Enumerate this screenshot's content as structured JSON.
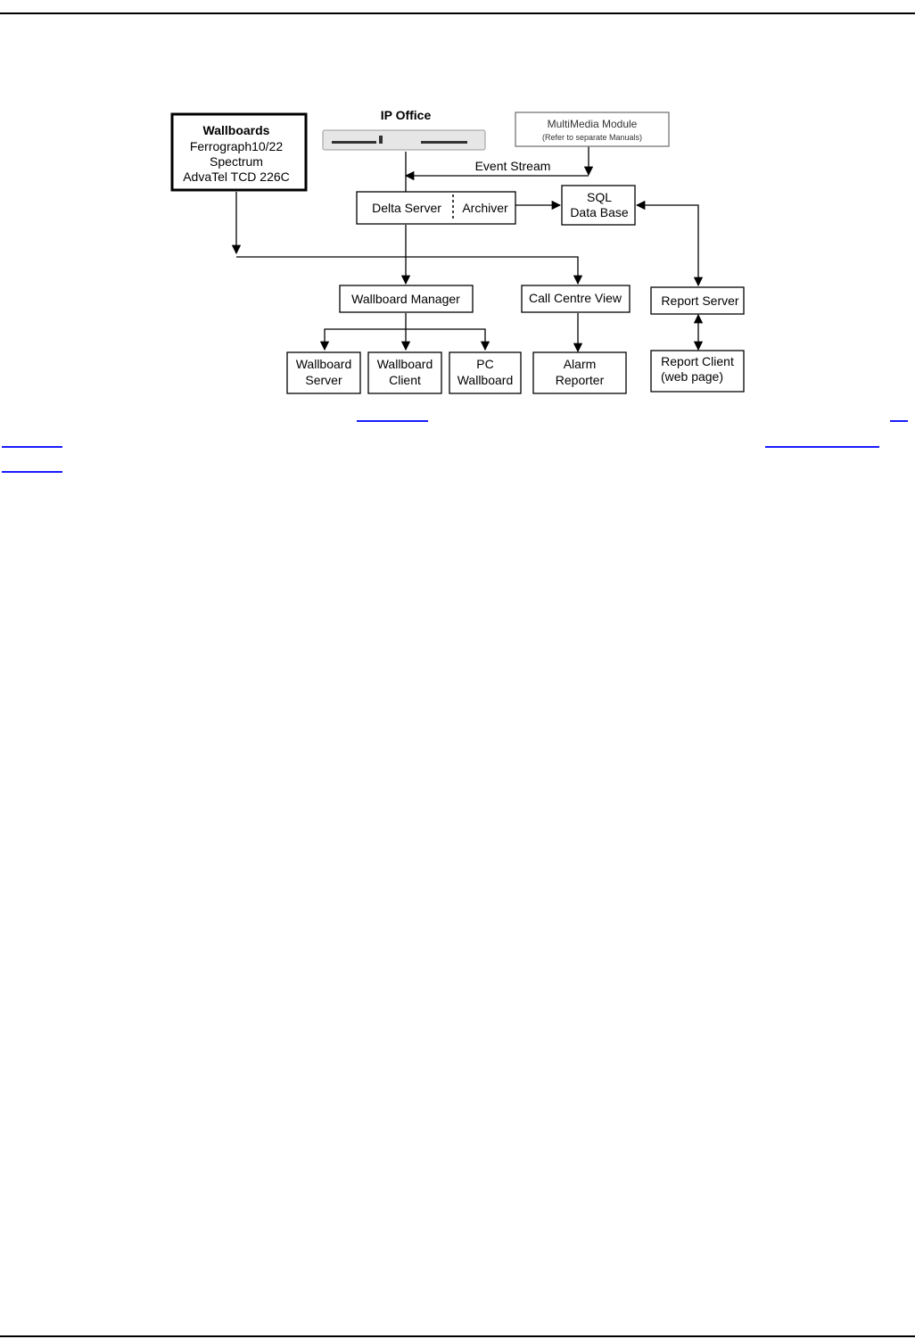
{
  "diagram": {
    "title": "IP Office",
    "wallboards": {
      "title": "Wallboards",
      "lines": [
        "Ferrograph10/22",
        "Spectrum",
        "AdvaTel TCD 226C"
      ]
    },
    "multimedia": {
      "line1": "MultiMedia Module",
      "line2": "(Refer to separate Manuals)"
    },
    "event_stream": "Event Stream",
    "delta_server": "Delta Server",
    "archiver": "Archiver",
    "sql": {
      "line1": "SQL",
      "line2": "Data Base"
    },
    "wallboard_manager": "Wallboard Manager",
    "call_centre_view": "Call Centre View",
    "report_server": "Report Server",
    "wallboard_server": {
      "line1": "Wallboard",
      "line2": "Server"
    },
    "wallboard_client": {
      "line1": "Wallboard",
      "line2": "Client"
    },
    "pc_wallboard": {
      "line1": "PC",
      "line2": "Wallboard"
    },
    "alarm_reporter": {
      "line1": "Alarm",
      "line2": "Reporter"
    },
    "report_client": {
      "line1": "Report Client",
      "line2": "(web page)"
    }
  },
  "colors": {
    "link": "#1a1aff",
    "stroke": "#000000",
    "device": "#e6e6e6"
  }
}
